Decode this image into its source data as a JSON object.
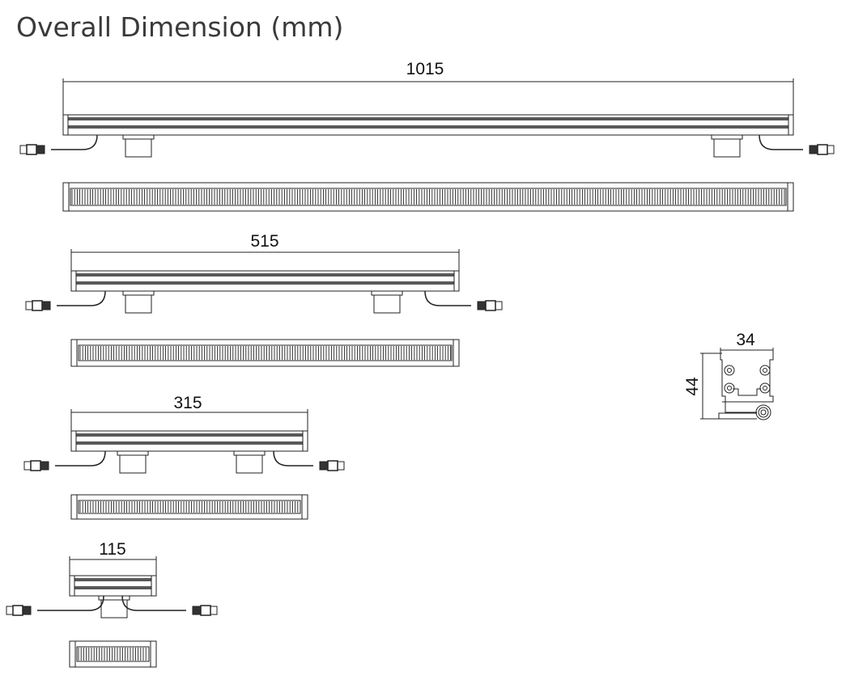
{
  "title": "Overall Dimension (mm)",
  "fixtures": [
    {
      "length_label": "1015"
    },
    {
      "length_label": "515"
    },
    {
      "length_label": "315"
    },
    {
      "length_label": "115"
    }
  ],
  "section": {
    "width_label": "34",
    "height_label": "44"
  },
  "colors": {
    "line": "#222222",
    "title": "#3a3a3a"
  }
}
